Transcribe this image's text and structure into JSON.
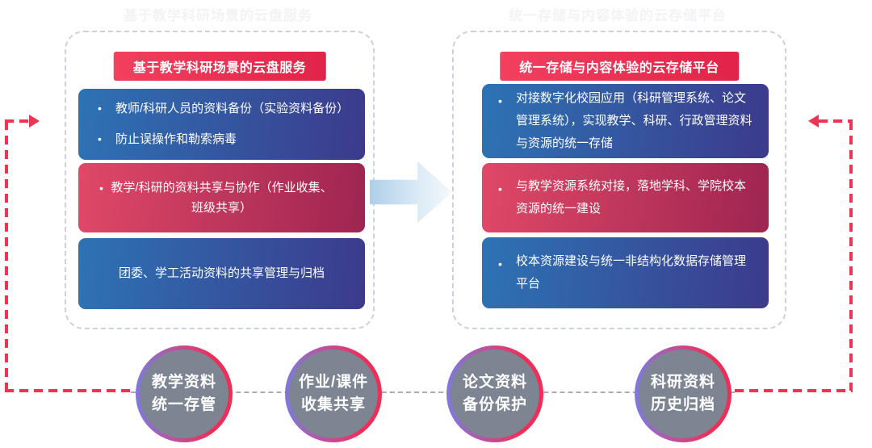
{
  "faint_titles": {
    "left": "基于教学科研场景的云盘服务",
    "right": "统一存储与内容体验的云存储平台"
  },
  "ui": {
    "bullet": "•"
  },
  "panels": [
    {
      "banner": "基于教学科研场景的云盘服务",
      "boxes": [
        {
          "type": "blue",
          "items": [
            "教师/科研人员的资料备份（实验资料备份）",
            "防止误操作和勒索病毒"
          ]
        },
        {
          "type": "red",
          "items": [
            "教学/科研的资料共享与协作（作业收集、班级共享）"
          ]
        },
        {
          "type": "blue",
          "items": [
            "团委、学工活动资料的共享管理与归档"
          ]
        }
      ]
    },
    {
      "banner": "统一存储与内容体验的云存储平台",
      "boxes": [
        {
          "type": "blue",
          "items": [
            "对接数字化校园应用（科研管理系统、论文管理系统），实现教学、科研、行政管理资料与资源的统一存储"
          ]
        },
        {
          "type": "red",
          "items": [
            "与教学资源系统对接，落地学科、学院校本资源的统一建设"
          ]
        },
        {
          "type": "blue",
          "items": [
            "校本资源建设与统一非结构化数据存储管理平台"
          ]
        }
      ]
    }
  ],
  "circles": [
    {
      "line1": "教学资料",
      "line2": "统一存管"
    },
    {
      "line1": "作业/课件",
      "line2": "收集共享"
    },
    {
      "line1": "论文资料",
      "line2": "备份保护"
    },
    {
      "line1": "科研资料",
      "line2": "历史归档"
    }
  ],
  "colors": {
    "banner_red": "#ee2c4f",
    "box_blue_start": "#2d73b4",
    "box_blue_end": "#3c3a8c",
    "box_red_start": "#e04867",
    "box_red_end": "#9e2551",
    "loop_red": "#ee3354",
    "circle_gray": "#7d8492",
    "ring_purple": "#8276d8",
    "ring_red": "#ef2e58",
    "flow_arrow_blue": "#aecfe9",
    "panel_border": "#ccd2db"
  }
}
